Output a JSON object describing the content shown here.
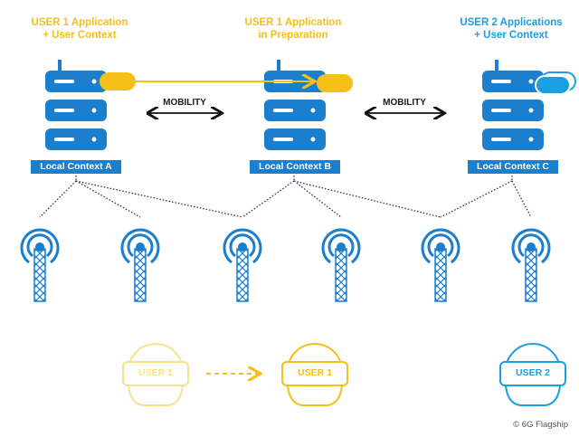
{
  "headers": [
    {
      "text": "USER 1 Application\n+ User Context",
      "color": "#f5c018"
    },
    {
      "text": "USER 1 Application\nin Preparation",
      "color": "#f5c018"
    },
    {
      "text": "USER 2 Applications\n+ User Context",
      "color": "#1b9fe0"
    }
  ],
  "contexts": [
    {
      "label": "Local Context A"
    },
    {
      "label": "Local Context B"
    },
    {
      "label": "Local Context C"
    }
  ],
  "mobility": {
    "label_1": "MOBILITY",
    "label_2": "MOBILITY"
  },
  "users": [
    {
      "label": "USER 1",
      "color": "#f9e08a"
    },
    {
      "label": "USER 1",
      "color": "#f5c018"
    },
    {
      "label": "USER 2",
      "color": "#1b9fe0"
    }
  ],
  "colors": {
    "server": "#1b7fce",
    "yellow": "#f5c018",
    "network_line": "#1f3a5a",
    "tower": "#1b7fce"
  },
  "icons": [
    "server-icon",
    "antenna-tower-icon",
    "vr-headset-icon",
    "double-arrow-icon"
  ],
  "credit": "© 6G Flagship"
}
